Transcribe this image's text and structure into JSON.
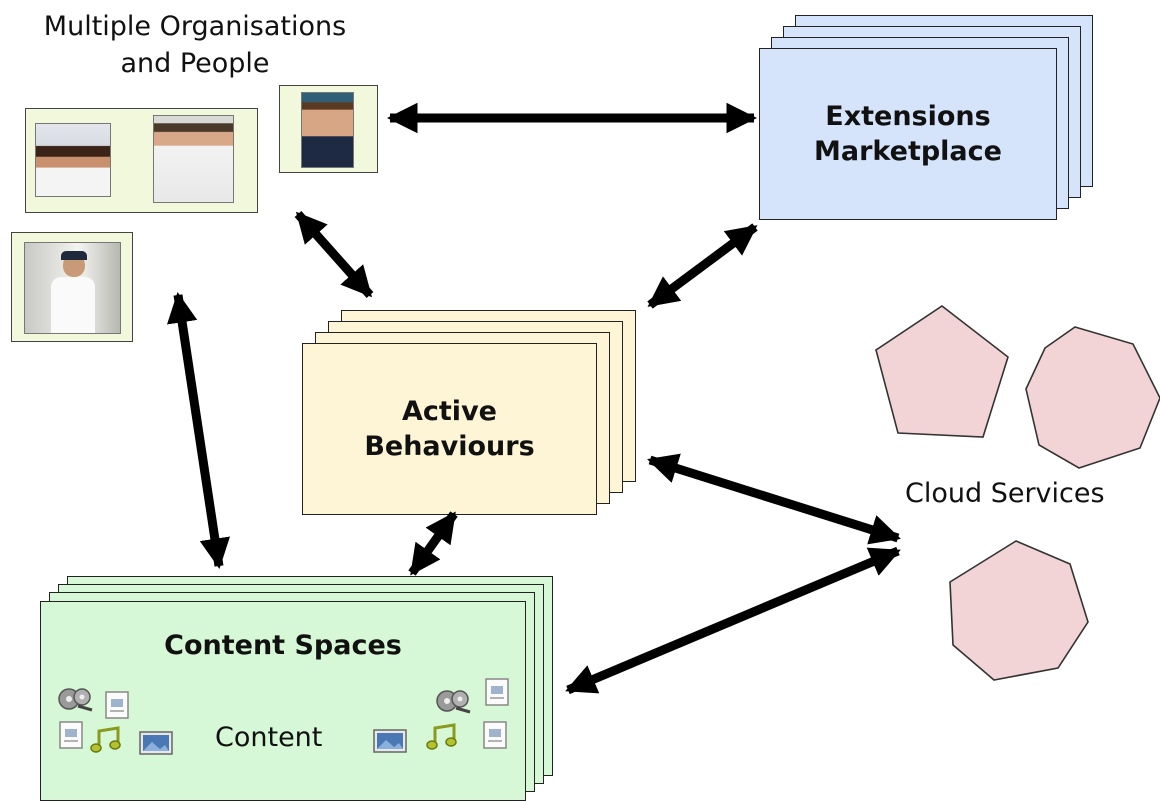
{
  "people": {
    "title_line1": "Multiple Organisations",
    "title_line2": "and People"
  },
  "extensions": {
    "line1": "Extensions",
    "line2": "Marketplace"
  },
  "behaviours": {
    "line1": "Active",
    "line2": "Behaviours"
  },
  "content_spaces": {
    "title": "Content Spaces",
    "content_label": "Content"
  },
  "cloud": {
    "label": "Cloud Services"
  },
  "colors": {
    "extensions_fill": "#d6e4fb",
    "behaviours_fill": "#fdf5d6",
    "content_fill": "#d6f8d6",
    "cloud_fill": "#f2d4d6",
    "photo_frame_fill": "#f2f8dc"
  },
  "icons": {
    "content_left": [
      "film-reel-icon",
      "document-icon",
      "document-icon",
      "music-note-icon",
      "image-icon"
    ],
    "content_right": [
      "film-reel-icon",
      "document-icon",
      "image-icon",
      "music-note-icon",
      "document-icon"
    ]
  }
}
